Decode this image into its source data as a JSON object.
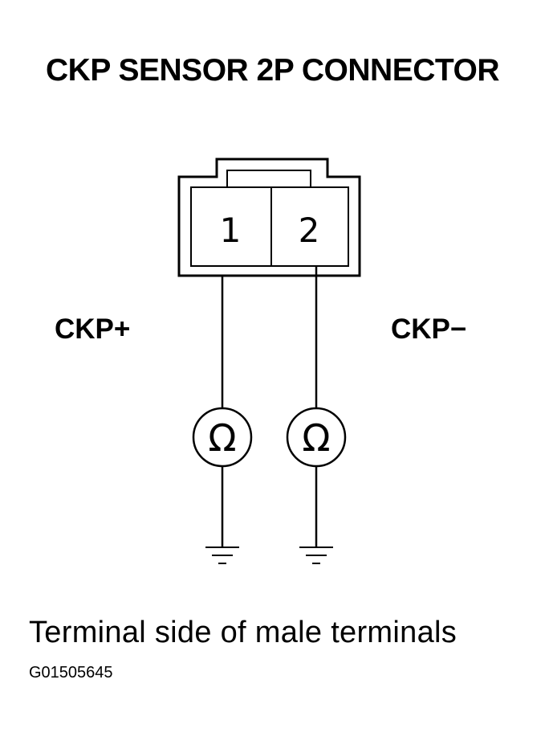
{
  "title": "CKP SENSOR 2P CONNECTOR",
  "connector": {
    "terminal_1": "1",
    "terminal_2": "2"
  },
  "signals": {
    "plus": "CKP+",
    "minus": "CKP−"
  },
  "meters": {
    "symbol": "Ω"
  },
  "caption": "Terminal side of male terminals",
  "figure_id": "G01505645",
  "colors": {
    "line": "#000000",
    "background": "#ffffff"
  },
  "icons": {
    "meter": "ohmmeter-icon",
    "ground": "ground-icon"
  }
}
